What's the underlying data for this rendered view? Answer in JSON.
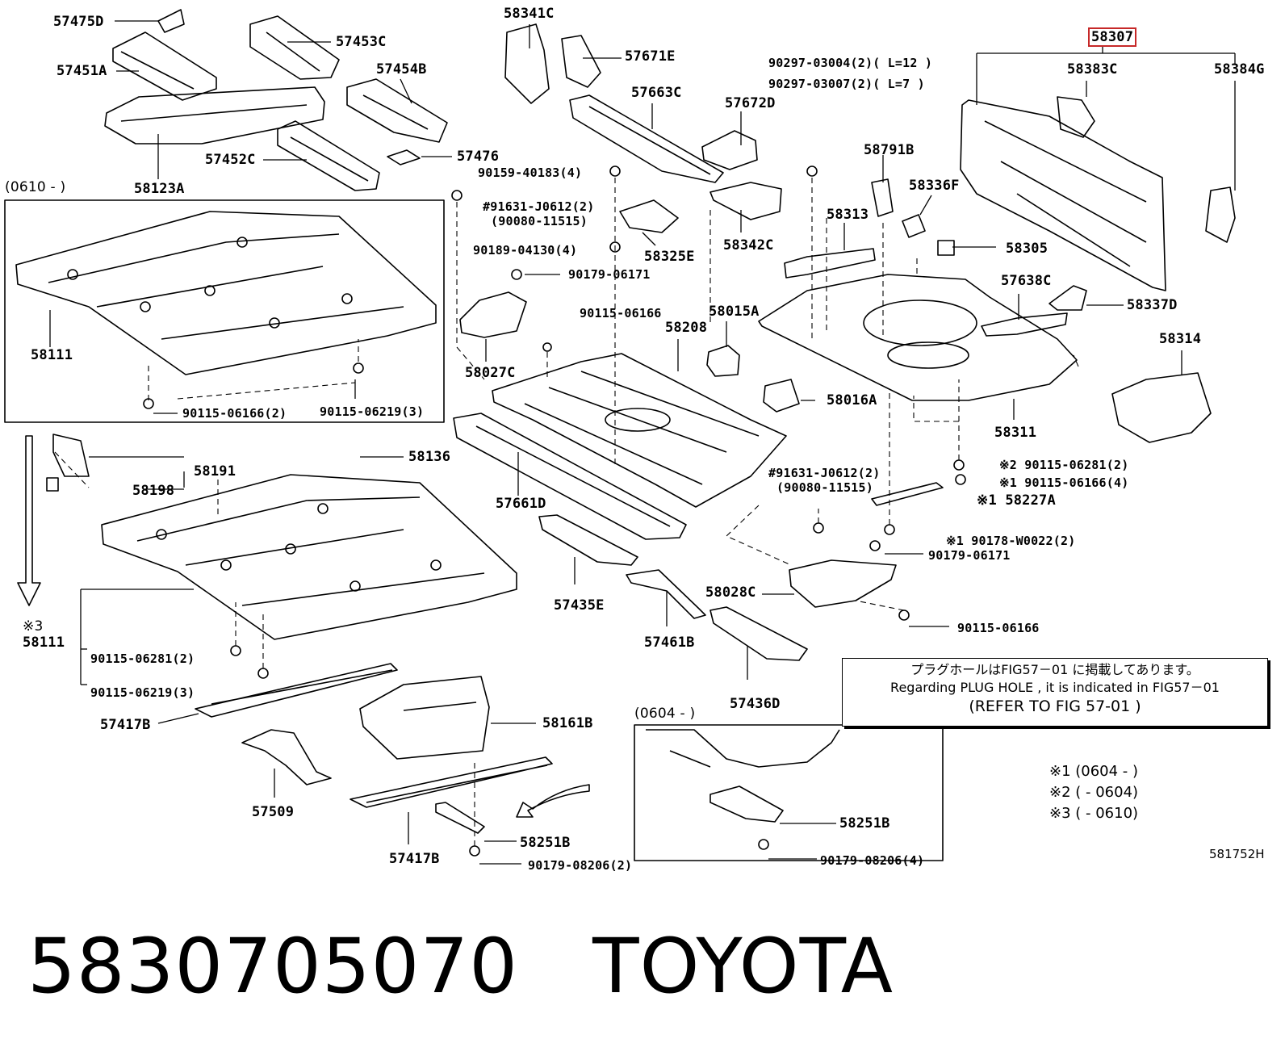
{
  "parts": {
    "p57475D": "57475D",
    "p57453C": "57453C",
    "p57451A": "57451A",
    "p57454B": "57454B",
    "p57476": "57476",
    "p57452C": "57452C",
    "p58123A": "58123A",
    "p58341C": "58341C",
    "p57671E": "57671E",
    "p57663C": "57663C",
    "p57672D": "57672D",
    "p90159": "90159-40183(4)",
    "p91631a": "#91631-J0612(2)",
    "p90080a": "(90080-11515)",
    "p58325E": "58325E",
    "p90189": "90189-04130(4)",
    "p90179a": "90179-06171",
    "p58342C": "58342C",
    "p90115a": "90115-06166",
    "p58027C": "58027C",
    "p58015A": "58015A",
    "p58208": "58208",
    "p58016A": "58016A",
    "p90297a": "90297-03004(2)( L=12 )",
    "p90297b": "90297-03007(2)( L=7 )",
    "p58307": "58307",
    "p58383C": "58383C",
    "p58384G": "58384G",
    "p58791B": "58791B",
    "p58336F": "58336F",
    "p58313": "58313",
    "p58305": "58305",
    "p57638C": "57638C",
    "p58337D": "58337D",
    "p58314": "58314",
    "p58311": "58311",
    "p58111a": "58111",
    "p90115b": "90115-06166(2)",
    "p90115c": "90115-06219(3)",
    "p58191": "58191",
    "p58136": "58136",
    "p58198": "58198",
    "p57661D": "57661D",
    "p91631b": "#91631-J0612(2)",
    "p90080b": "(90080-11515)",
    "p90115d": "※2 90115-06281(2)",
    "p90115e": "※1 90115-06166(4)",
    "p58227A": "※1 58227A",
    "p90178": "※1 90178-W0022(2)",
    "p90179b": "90179-06171",
    "p58028C": "58028C",
    "p90115f": "90115-06166",
    "p57435E": "57435E",
    "p57461B": "57461B",
    "p57436D": "57436D",
    "p3": "※3",
    "p58111b": "58111",
    "p90115g": "90115-06281(2)",
    "p90115h": "90115-06219(3)",
    "p57417Ba": "57417B",
    "p58161B": "58161B",
    "p57509": "57509",
    "p58251Ba": "58251B",
    "p57417Bb": "57417B",
    "p90179c": "90179-08206(2)",
    "p58251Bb": "58251B",
    "p90179d": "90179-08206(4)"
  },
  "ranges": {
    "r0610": "(0610 -        )",
    "r0604": "(0604 -        )"
  },
  "notice": {
    "jp": "プラグホールはFIG57－01 に掲載してあります。",
    "en": "Regarding  PLUG HOLE , it is indicated in FIG57－01",
    "ref": "(REFER TO FIG 57-01  )"
  },
  "footnotes": {
    "f1": "※1 (0604 -        )",
    "f2": "※2 (        - 0604)",
    "f3": "※3 (        - 0610)"
  },
  "figure_id": "581752H",
  "caption": {
    "part_number": "5830705070",
    "brand": "TOYOTA"
  }
}
